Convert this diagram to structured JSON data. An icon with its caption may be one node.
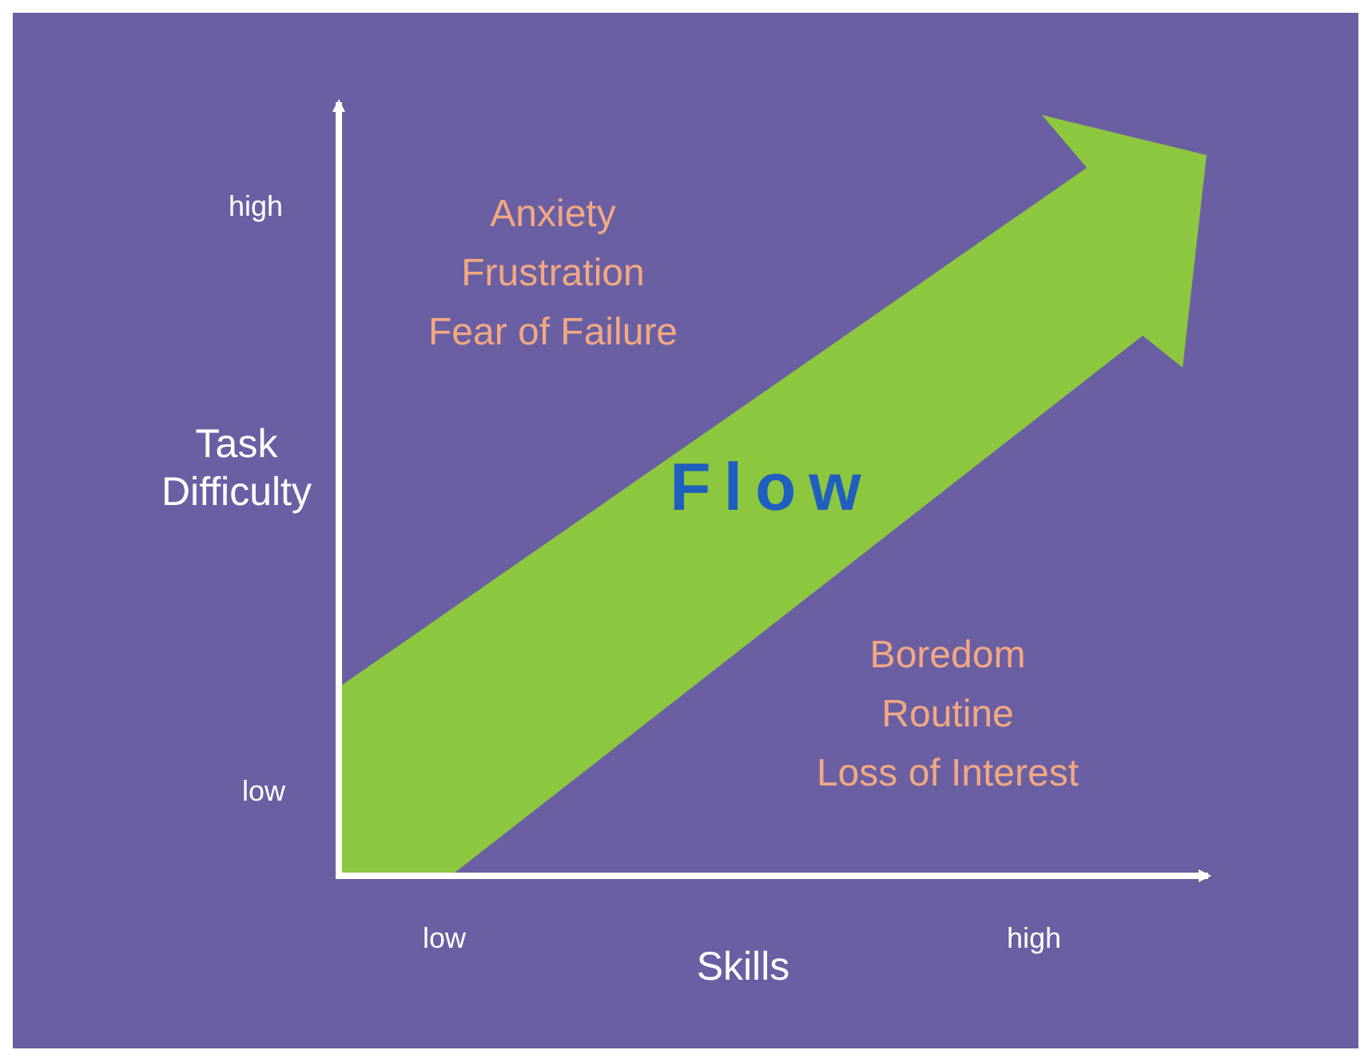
{
  "diagram": {
    "labels": [
      "high",
      "Anxiety",
      "Frustration",
      "Fear of Failure",
      "Task Difficulty",
      "Flow",
      "Boredom",
      "Routine",
      "Loss of Interest",
      "low",
      "low",
      "Skills",
      "high"
    ]
  }
}
